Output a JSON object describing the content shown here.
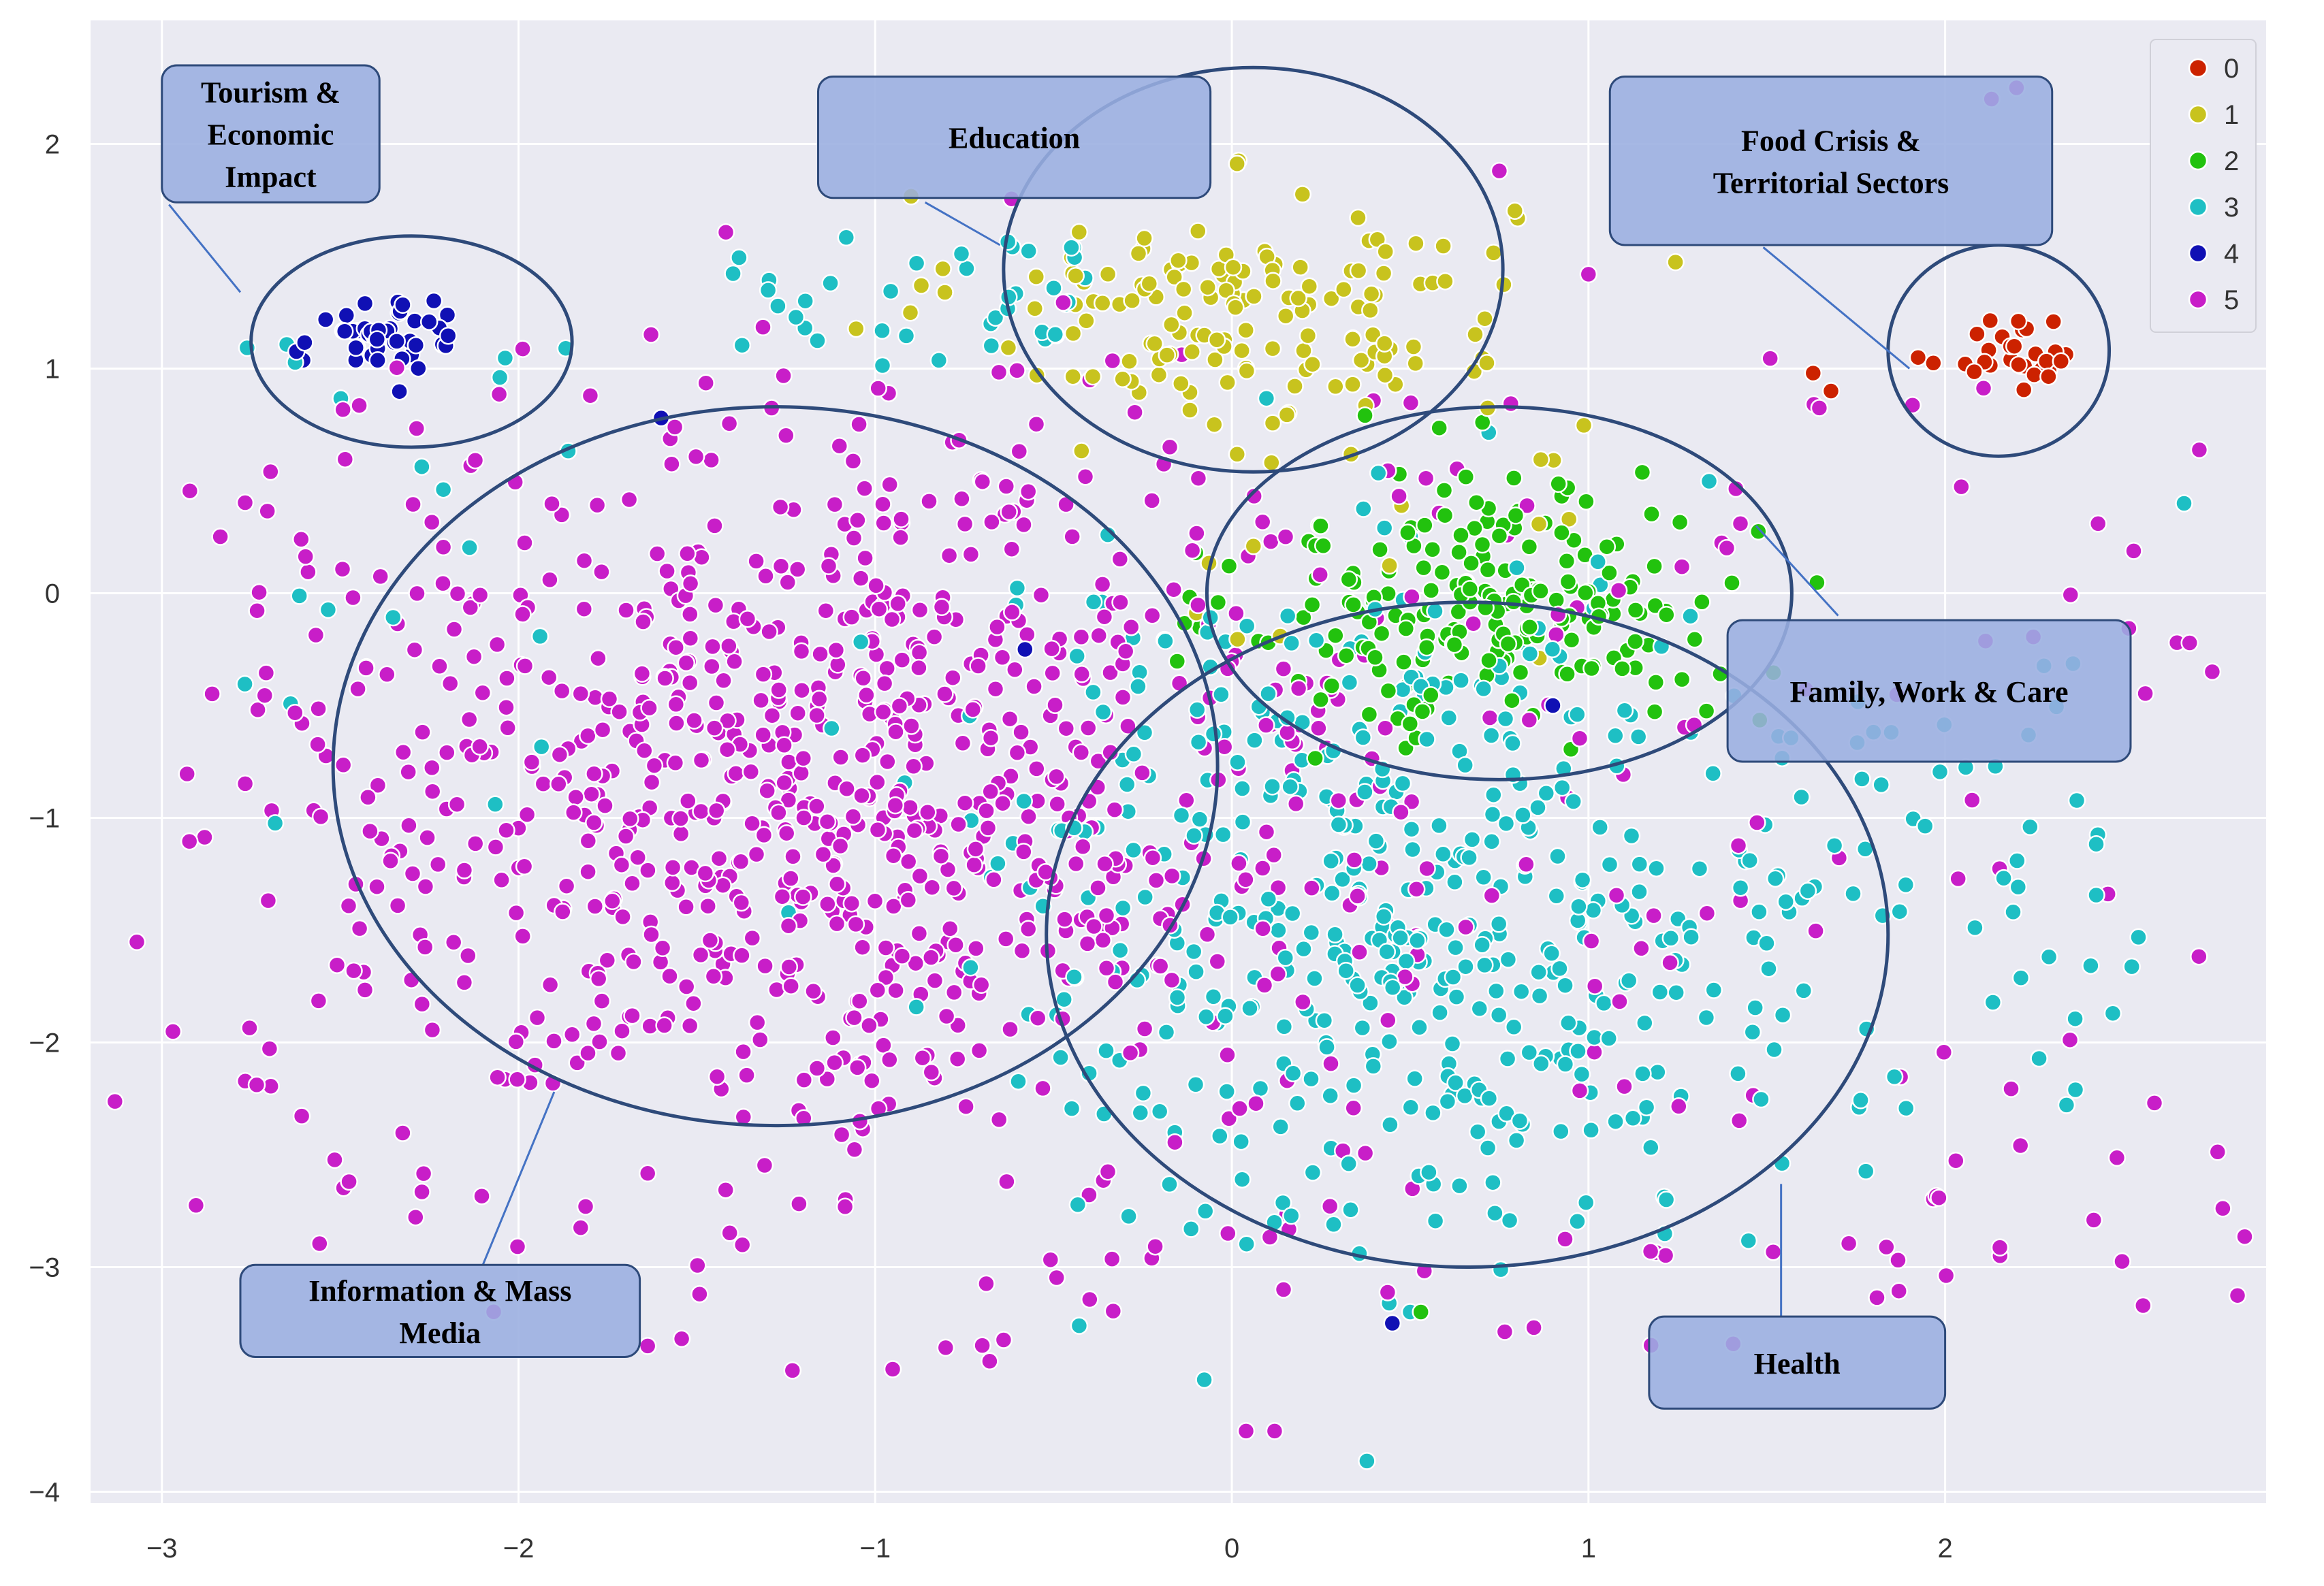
{
  "chart_data": {
    "type": "scatter",
    "xlim": [
      -3.2,
      2.9
    ],
    "ylim": [
      -4.05,
      2.55
    ],
    "x_ticks": [
      -3,
      -2,
      -1,
      0,
      1,
      2
    ],
    "y_ticks": [
      2,
      1,
      0,
      -1,
      -2,
      -3,
      -4
    ],
    "x_tick_labels": [
      "−3",
      "−2",
      "−1",
      "0",
      "1",
      "2"
    ],
    "y_tick_labels": [
      "2",
      "1",
      "0",
      "−1",
      "−2",
      "−3",
      "−4"
    ],
    "grid": true,
    "background": "#eaeaf2",
    "legend": {
      "placement": "top-right",
      "entries": [
        {
          "label": "0",
          "color": "#cc2200"
        },
        {
          "label": "1",
          "color": "#c8c31e"
        },
        {
          "label": "2",
          "color": "#22c20e"
        },
        {
          "label": "3",
          "color": "#1ebfc4"
        },
        {
          "label": "4",
          "color": "#1010b4"
        },
        {
          "label": "5",
          "color": "#c81ec8"
        }
      ]
    },
    "clusters": [
      {
        "label": "0",
        "color": "#cc2200",
        "count": 30,
        "center": [
          2.18,
          1.08
        ],
        "spread": [
          0.12,
          0.09
        ],
        "shape": "gauss"
      },
      {
        "label": "1",
        "color": "#c8c31e",
        "count": 150,
        "center": [
          0.02,
          1.28
        ],
        "spread": [
          0.38,
          0.25
        ],
        "shape": "gauss"
      },
      {
        "label": "1",
        "color": "#c8c31e",
        "count": 20,
        "center": [
          0.4,
          0.4
        ],
        "spread": [
          0.6,
          0.7
        ],
        "shape": "uniform"
      },
      {
        "label": "2",
        "color": "#22c20e",
        "count": 210,
        "center": [
          0.75,
          -0.05
        ],
        "spread": [
          0.35,
          0.3
        ],
        "shape": "gauss"
      },
      {
        "label": "3",
        "color": "#1ebfc4",
        "count": 480,
        "center": [
          0.5,
          -1.4
        ],
        "spread": [
          0.6,
          0.75
        ],
        "shape": "gauss"
      },
      {
        "label": "3",
        "color": "#1ebfc4",
        "count": 40,
        "center": [
          -0.9,
          1.3
        ],
        "spread": [
          0.5,
          0.3
        ],
        "shape": "uniform"
      },
      {
        "label": "3",
        "color": "#1ebfc4",
        "count": 50,
        "center": [
          2.0,
          -1.3
        ],
        "spread": [
          0.55,
          1.0
        ],
        "shape": "uniform"
      },
      {
        "label": "3",
        "color": "#1ebfc4",
        "count": 20,
        "center": [
          -2.3,
          0.0
        ],
        "spread": [
          0.5,
          1.2
        ],
        "shape": "uniform"
      },
      {
        "label": "4",
        "color": "#1010b4",
        "count": 45,
        "center": [
          -2.38,
          1.14
        ],
        "spread": [
          0.12,
          0.09
        ],
        "shape": "gauss"
      },
      {
        "label": "5",
        "color": "#c81ec8",
        "count": 850,
        "center": [
          -1.15,
          -0.9
        ],
        "spread": [
          0.8,
          0.8
        ],
        "shape": "gauss"
      },
      {
        "label": "5",
        "color": "#c81ec8",
        "count": 230,
        "center": [
          0.0,
          -1.2
        ],
        "spread": [
          2.9,
          2.3
        ],
        "shape": "uniform"
      }
    ],
    "points": [
      {
        "x": 0.04,
        "y": -3.73,
        "label": "5"
      },
      {
        "x": 0.12,
        "y": -3.73,
        "label": "5"
      },
      {
        "x": 0.45,
        "y": -3.25,
        "label": "4"
      },
      {
        "x": 0.5,
        "y": -3.2,
        "label": "3"
      },
      {
        "x": 0.53,
        "y": -3.2,
        "label": "2"
      },
      {
        "x": 0.9,
        "y": -0.5,
        "label": "4"
      },
      {
        "x": -0.58,
        "y": -0.25,
        "label": "4"
      },
      {
        "x": -1.6,
        "y": 0.78,
        "label": "4"
      },
      {
        "x": 2.2,
        "y": 2.25,
        "label": "5"
      },
      {
        "x": 2.13,
        "y": 2.2,
        "label": "5"
      },
      {
        "x": 2.67,
        "y": 0.4,
        "label": "3"
      },
      {
        "x": 2.65,
        "y": -0.22,
        "label": "5"
      },
      {
        "x": 1.63,
        "y": 0.98,
        "label": "0"
      },
      {
        "x": 1.68,
        "y": 0.9,
        "label": "0"
      },
      {
        "x": 1.0,
        "y": 1.42,
        "label": "5"
      },
      {
        "x": 0.75,
        "y": 1.88,
        "label": "5"
      }
    ],
    "ellipses": [
      {
        "cx": -2.3,
        "cy": 1.12,
        "rx": 0.45,
        "ry": 0.47
      },
      {
        "cx": 0.06,
        "cy": 1.44,
        "rx": 0.7,
        "ry": 0.9
      },
      {
        "cx": 2.15,
        "cy": 1.08,
        "rx": 0.31,
        "ry": 0.47
      },
      {
        "cx": 0.75,
        "cy": 0.0,
        "rx": 0.82,
        "ry": 0.83
      },
      {
        "cx": 0.66,
        "cy": -1.52,
        "rx": 1.18,
        "ry": 1.48
      },
      {
        "cx": -1.28,
        "cy": -0.77,
        "rx": 1.24,
        "ry": 1.6
      }
    ],
    "annotations": [
      {
        "text": [
          "Tourism &",
          "Economic",
          "Impact"
        ],
        "box": [
          -3.0,
          2.35,
          -2.39,
          1.74
        ],
        "line": [
          [
            -2.98,
            1.73
          ],
          [
            -2.78,
            1.34
          ]
        ]
      },
      {
        "text": [
          "Education"
        ],
        "box": [
          -1.16,
          2.3,
          -0.06,
          1.76
        ],
        "line": [
          [
            -0.86,
            1.74
          ],
          [
            -0.65,
            1.55
          ]
        ]
      },
      {
        "text": [
          "Food Crisis &",
          "Territorial Sectors"
        ],
        "box": [
          1.06,
          2.3,
          2.3,
          1.55
        ],
        "line": [
          [
            1.49,
            1.54
          ],
          [
            1.9,
            1.0
          ]
        ]
      },
      {
        "text": [
          "Family, Work & Care"
        ],
        "box": [
          1.39,
          -0.12,
          2.52,
          -0.75
        ],
        "line": [
          [
            1.7,
            -0.1
          ],
          [
            1.47,
            0.3
          ]
        ]
      },
      {
        "text": [
          "Information & Mass",
          "Media"
        ],
        "box": [
          -2.78,
          -2.99,
          -1.66,
          -3.4
        ],
        "line": [
          [
            -2.1,
            -2.99
          ],
          [
            -1.9,
            -2.22
          ]
        ]
      },
      {
        "text": [
          "Health"
        ],
        "box": [
          1.17,
          -3.22,
          2.0,
          -3.63
        ],
        "line": [
          [
            1.54,
            -3.22
          ],
          [
            1.54,
            -2.63
          ]
        ]
      }
    ]
  }
}
